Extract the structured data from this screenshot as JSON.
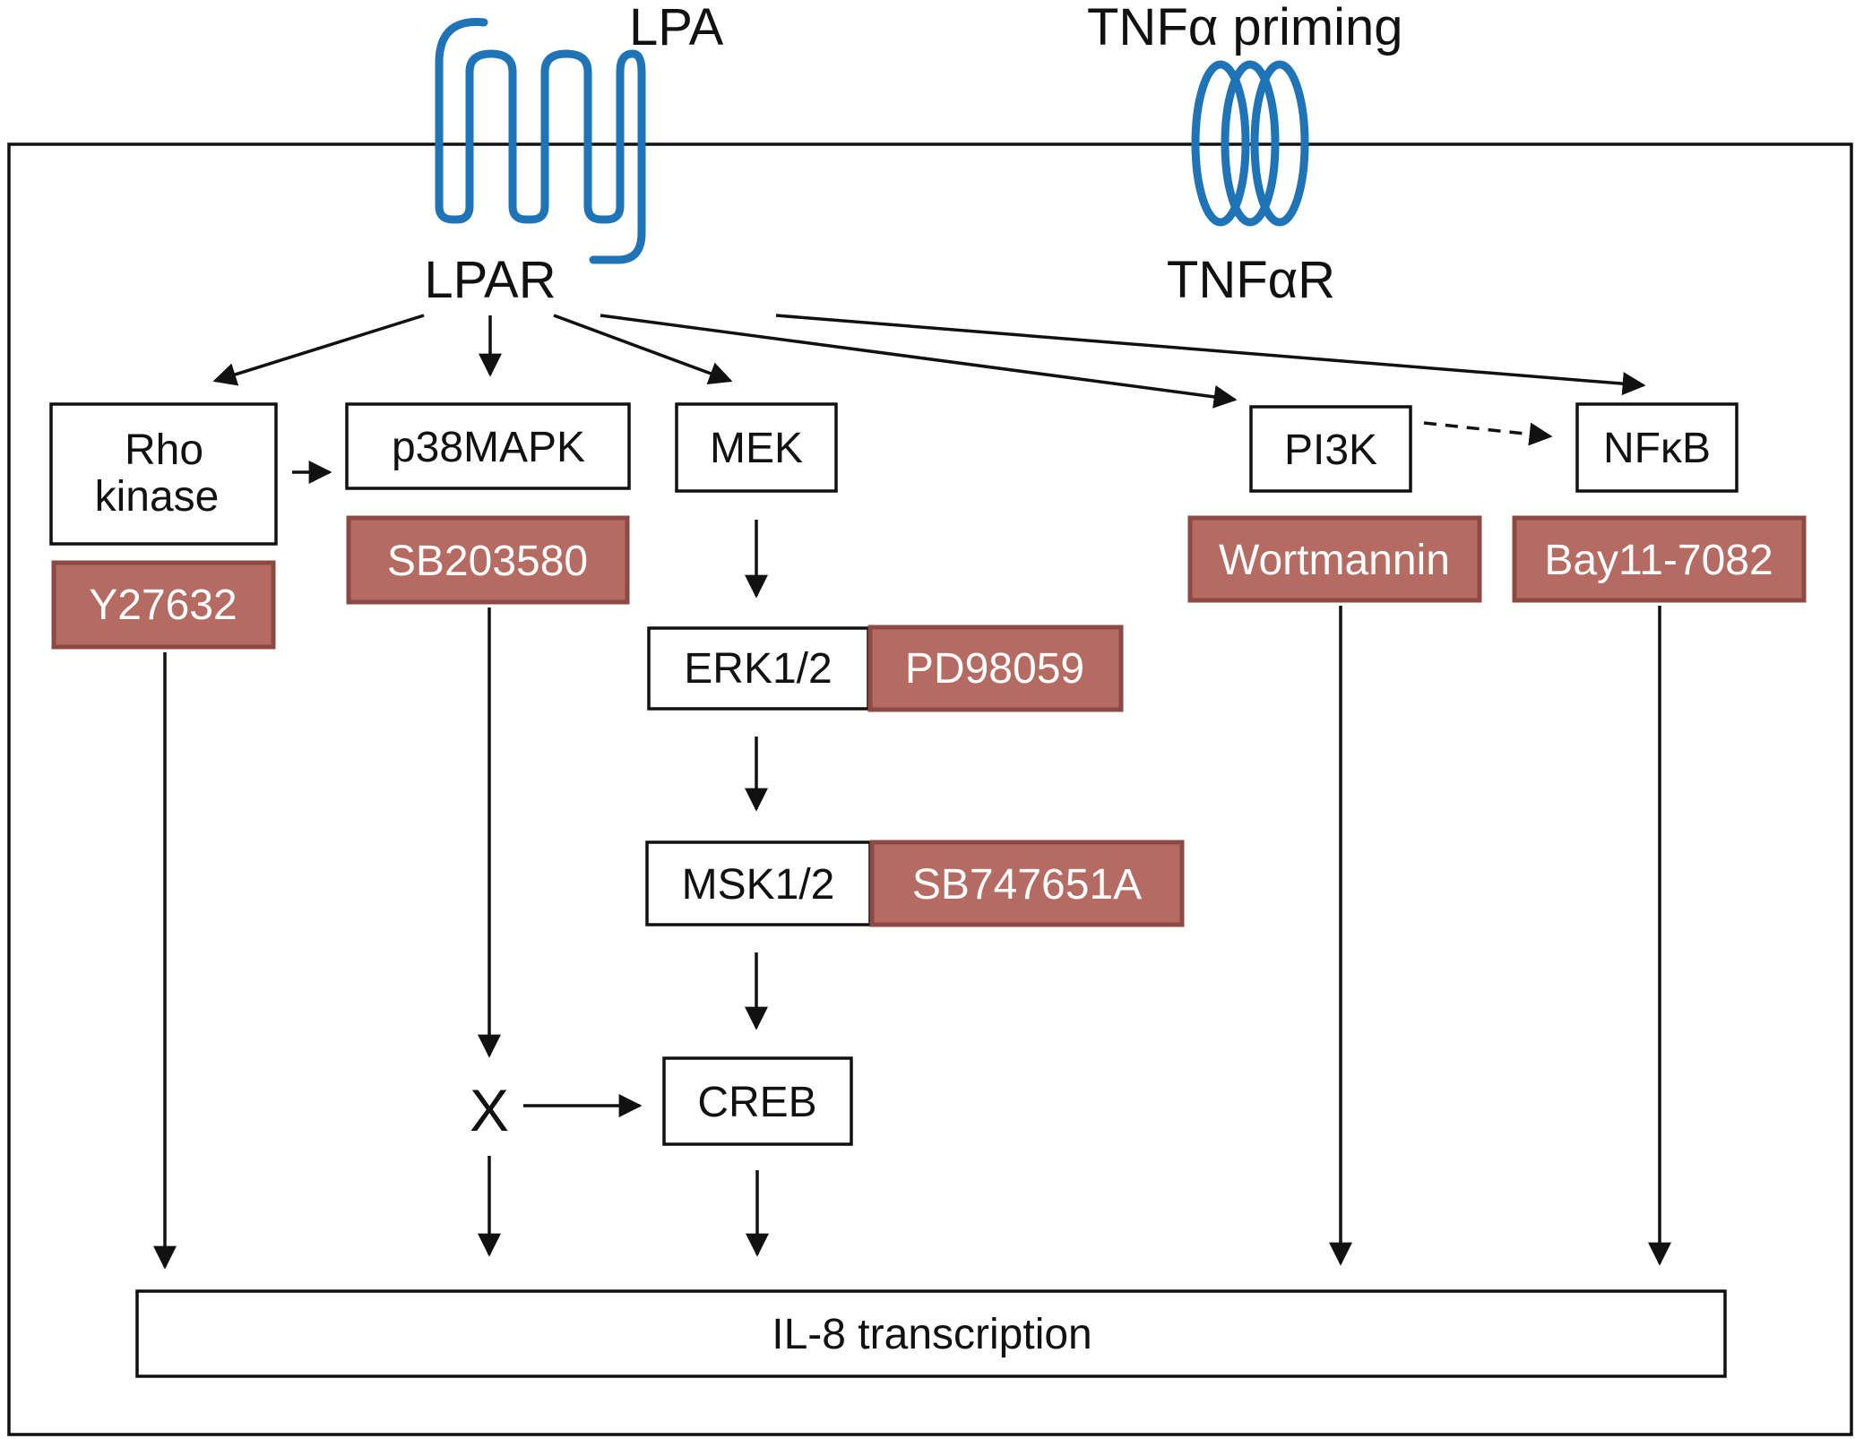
{
  "colors": {
    "receptor": "#1f73b7",
    "inhibitor_fill": "#b56a62",
    "inhibitor_border": "#8d4a44",
    "line": "#111111"
  },
  "ligands": {
    "lpa": "LPA",
    "tnfa": "TNFα priming"
  },
  "receptors": {
    "lpar": "LPAR",
    "tnfar": "TNFαR"
  },
  "nodes": {
    "rho_kinase": [
      "Rho",
      "kinase"
    ],
    "p38mapk": "p38MAPK",
    "mek": "MEK",
    "pi3k": "PI3K",
    "nfkb": "NFκB",
    "erk": "ERK1/2",
    "msk": "MSK1/2",
    "creb": "CREB",
    "x": "X",
    "il8": "IL-8 transcription"
  },
  "inhibitors": {
    "y27632": "Y27632",
    "sb203580": "SB203580",
    "pd98059": "PD98059",
    "sb747651a": "SB747651A",
    "wortmannin": "Wortmannin",
    "bay": "Bay11-7082"
  }
}
